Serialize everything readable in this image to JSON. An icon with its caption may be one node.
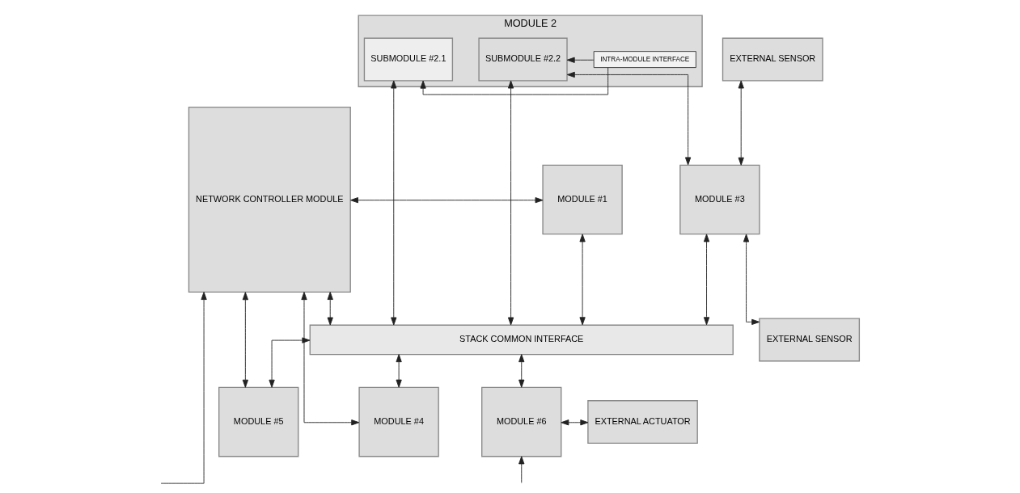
{
  "diagram": {
    "nodes": [
      {
        "text": [
          "NETWORK CONTROLLER MODULE"
        ]
      },
      {
        "text": [
          "MODULE #1"
        ]
      },
      {
        "text": [
          "MODULE 2"
        ]
      },
      {
        "text": [
          "SUBMODULE #2.1"
        ],
        "in": 2
      },
      {
        "text": [
          "INTRA-MODULE INTERFACE"
        ],
        "in": 2
      },
      {
        "text": [
          "SUBMODULE #2.2"
        ],
        "in": 2
      },
      {
        "text": [
          "MODULE #3"
        ]
      },
      {
        "text": [
          "EXTERNAL SENSOR"
        ]
      },
      {
        "text": [
          "EXTERNAL SENSOR"
        ]
      },
      {
        "text": [
          "STACK COMMON INTERFACE"
        ]
      },
      {
        "text": [
          "MODULE #4"
        ]
      },
      {
        "text": [
          "MODULE #5"
        ]
      },
      {
        "text": [
          "MODULE #6"
        ]
      },
      {
        "text": [
          "EXTERNAL ACTUATOR"
        ]
      }
    ],
    "edges": [
      {
        "from": 0,
        "to": 1,
        "arrow": "both"
      },
      {
        "from": 5,
        "to": 6,
        "arrow": "both"
      },
      {
        "from": 4,
        "to": 3,
        "arrow": "to"
      },
      {
        "from": 4,
        "to": 5,
        "arrow": "to"
      },
      {
        "from": 6,
        "to": 7,
        "arrow": "both"
      },
      {
        "from": 6,
        "to": 8,
        "arrow": "both"
      },
      {
        "from": 0,
        "to": 9,
        "arrow": "both"
      },
      {
        "from": 1,
        "to": 9,
        "arrow": "both"
      },
      {
        "from": 3,
        "to": 9,
        "arrow": "both"
      },
      {
        "from": 5,
        "to": 9,
        "arrow": "both"
      },
      {
        "from": 6,
        "to": 9,
        "arrow": "both"
      },
      {
        "from": 9,
        "to": 10,
        "arrow": "both"
      },
      {
        "from": 9,
        "to": 11,
        "arrow": "both"
      },
      {
        "from": 9,
        "to": 12,
        "arrow": "both"
      },
      {
        "from": 12,
        "to": 13,
        "arrow": "both"
      },
      {
        "from": 0,
        "to": 10,
        "arrow": "both"
      },
      {
        "from": 0,
        "to": 11,
        "arrow": "both"
      },
      {
        "from": null,
        "to": 0,
        "arrow": "to"
      },
      {
        "from": null,
        "to": 12,
        "arrow": "to"
      }
    ]
  }
}
